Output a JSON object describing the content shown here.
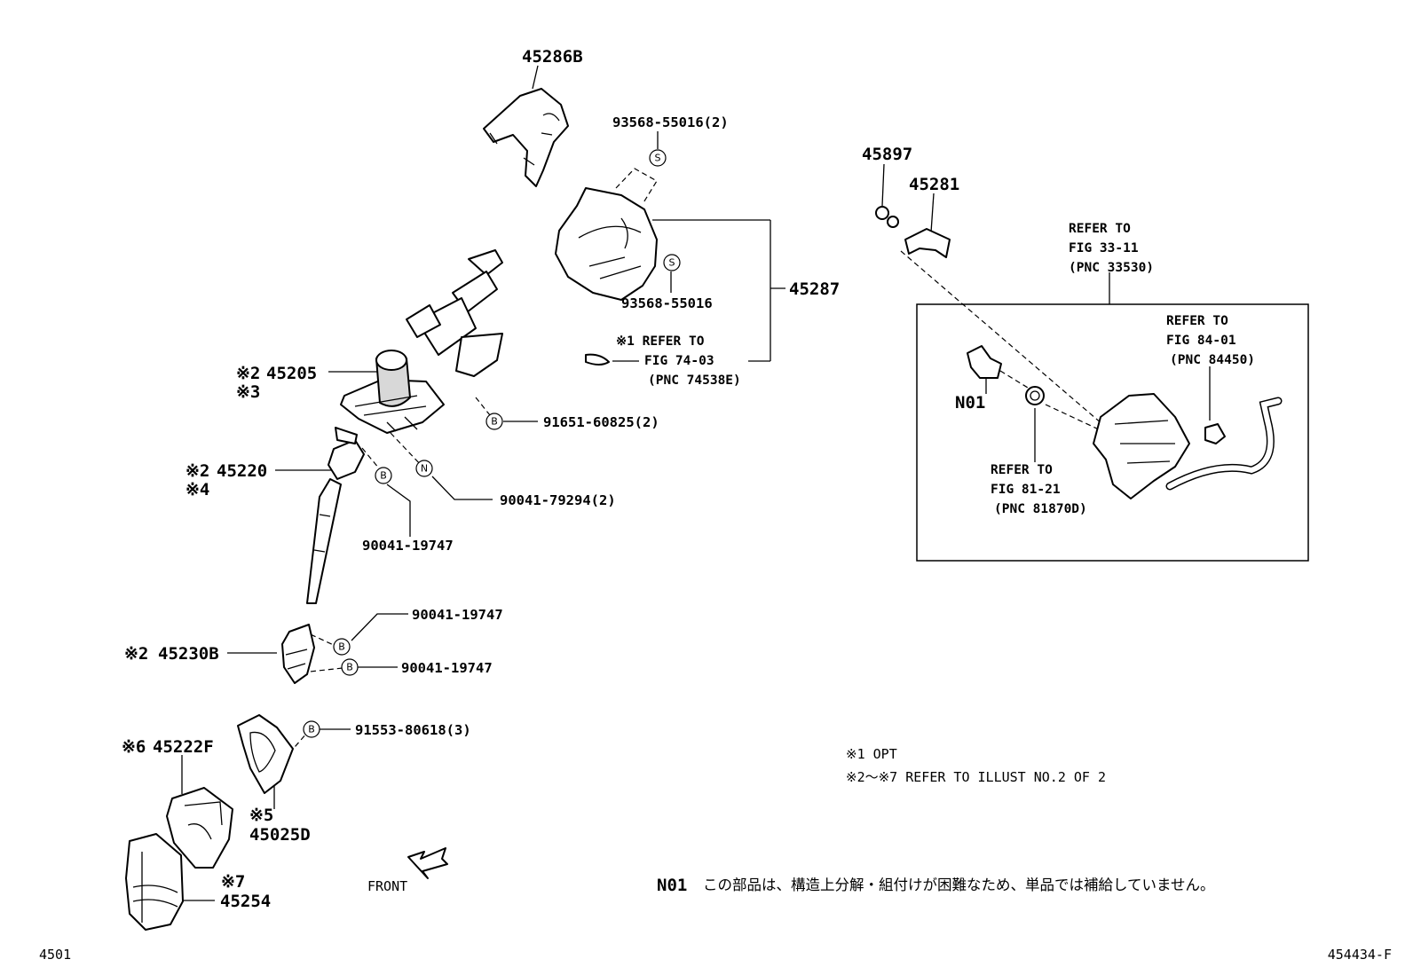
{
  "parts": {
    "p45286B": "45286B",
    "p93568_2": "93568-55016(2)",
    "p45287": "45287",
    "p93568": "93568-55016",
    "ref74_a": "※1 REFER TO",
    "ref74_b": "FIG 74-03",
    "ref74_c": "(PNC 74538E)",
    "p45205_mark": "※2",
    "p45205": "45205",
    "p45205_mark2": "※3",
    "p91651": "91651-60825(2)",
    "p45220_mark": "※2",
    "p45220": "45220",
    "p45220_mark2": "※4",
    "p90041_79294": "90041-79294(2)",
    "p90041_a": "90041-19747",
    "p90041_b": "90041-19747",
    "p90041_c": "90041-19747",
    "p45230B_mark": "※2",
    "p45230B": "45230B",
    "p91553": "91553-80618(3)",
    "p45222F_mark": "※6",
    "p45222F": "45222F",
    "p45025D_mark": "※5",
    "p45025D": "45025D",
    "p45254_mark": "※7",
    "p45254": "45254",
    "p45897": "45897",
    "p45281": "45281",
    "ref33_a": "REFER TO",
    "ref33_b": "FIG 33-11",
    "ref33_c": "(PNC 33530)",
    "ref84_a": "REFER TO",
    "ref84_b": "FIG 84-01",
    "ref84_c": "(PNC 84450)",
    "n01": "N01",
    "ref81_a": "REFER TO",
    "ref81_b": "FIG 81-21",
    "ref81_c": "(PNC 81870D)"
  },
  "symbols": {
    "s": "S",
    "b": "B",
    "n": "N"
  },
  "notes": {
    "note1": "※1 OPT",
    "note2": "※2～※7 REFER TO ILLUST NO.2 OF 2",
    "front": "FRONT",
    "n01_code": "N01",
    "n01_text": "この部品は、構造上分解・組付けが困難なため、単品では補給していません。"
  },
  "footer": {
    "left_code": "4501",
    "right_code": "454434-F"
  }
}
